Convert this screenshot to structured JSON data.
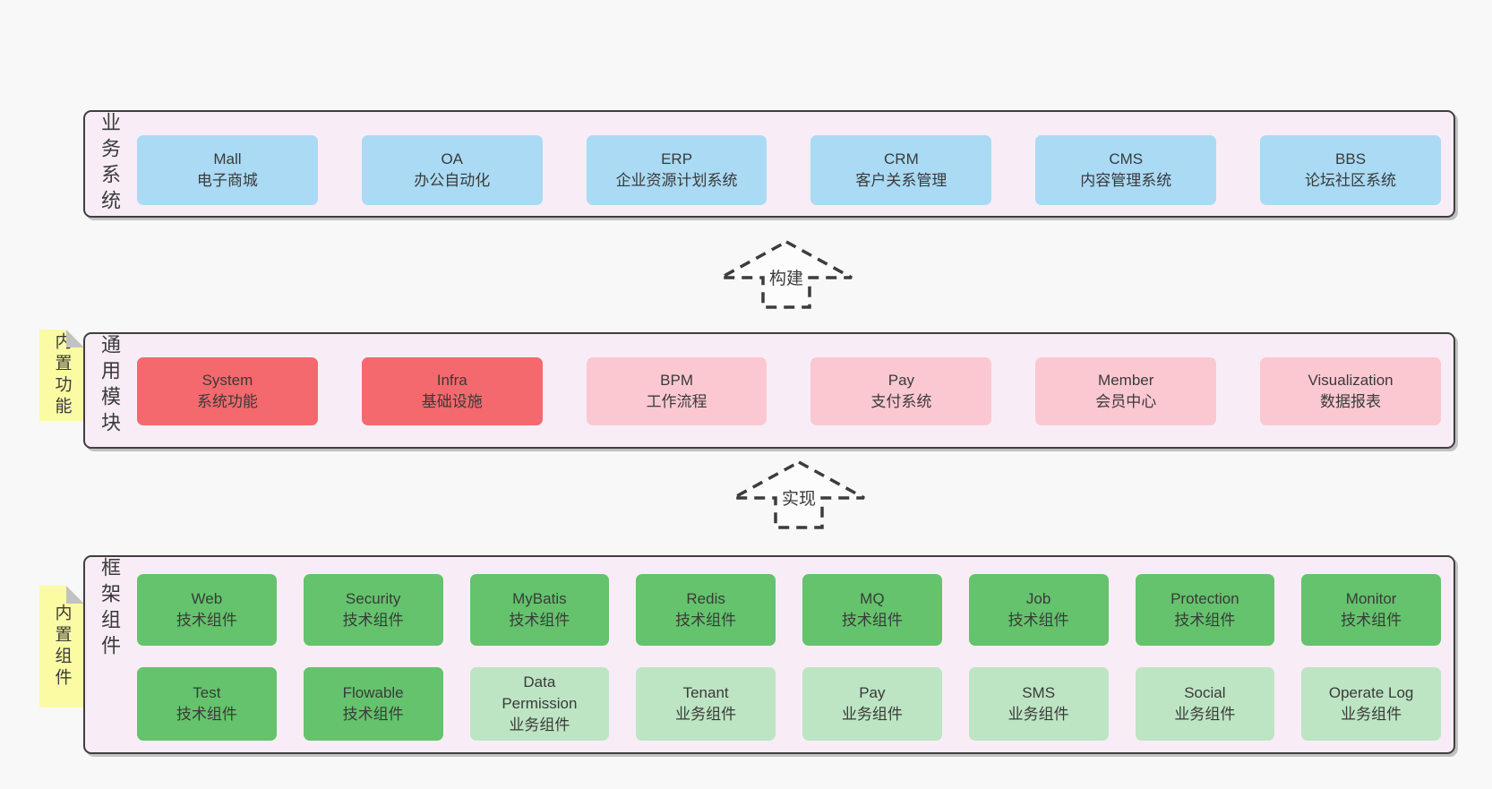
{
  "colors": {
    "page_bg": "#f8f8f8",
    "panel_bg": "#f8edf6",
    "panel_border": "#3f3f3f",
    "blue_box": "#aadaf4",
    "red_box": "#f4696d",
    "pink_box": "#fbc8d2",
    "green_box": "#64c36c",
    "light_green_box": "#bde5c3",
    "sticky_bg": "#fbfba3",
    "sticky_fold": "#c2c2c2",
    "text": "#3a3a3a"
  },
  "sections": {
    "business": {
      "label": "业务系统",
      "boxes": [
        {
          "name": "Mall",
          "desc": "电子商城"
        },
        {
          "name": "OA",
          "desc": "办公自动化"
        },
        {
          "name": "ERP",
          "desc": "企业资源计划系统"
        },
        {
          "name": "CRM",
          "desc": "客户关系管理"
        },
        {
          "name": "CMS",
          "desc": "内容管理系统"
        },
        {
          "name": "BBS",
          "desc": "论坛社区系统"
        }
      ]
    },
    "modules": {
      "label": "通用模块",
      "sticky": "内置功能",
      "boxes": [
        {
          "name": "System",
          "desc": "系统功能"
        },
        {
          "name": "Infra",
          "desc": "基础设施"
        },
        {
          "name": "BPM",
          "desc": "工作流程"
        },
        {
          "name": "Pay",
          "desc": "支付系统"
        },
        {
          "name": "Member",
          "desc": "会员中心"
        },
        {
          "name": "Visualization",
          "desc": "数据报表"
        }
      ]
    },
    "framework": {
      "label": "框架组件",
      "sticky": "内置组件",
      "row1": [
        {
          "name": "Web",
          "desc": "技术组件"
        },
        {
          "name": "Security",
          "desc": "技术组件"
        },
        {
          "name": "MyBatis",
          "desc": "技术组件"
        },
        {
          "name": "Redis",
          "desc": "技术组件"
        },
        {
          "name": "MQ",
          "desc": "技术组件"
        },
        {
          "name": "Job",
          "desc": "技术组件"
        },
        {
          "name": "Protection",
          "desc": "技术组件"
        },
        {
          "name": "Monitor",
          "desc": "技术组件"
        }
      ],
      "row2": [
        {
          "name": "Test",
          "desc": "技术组件"
        },
        {
          "name": "Flowable",
          "desc": "技术组件"
        },
        {
          "name": "Data Permission",
          "desc": "业务组件"
        },
        {
          "name": "Tenant",
          "desc": "业务组件"
        },
        {
          "name": "Pay",
          "desc": "业务组件"
        },
        {
          "name": "SMS",
          "desc": "业务组件"
        },
        {
          "name": "Social",
          "desc": "业务组件"
        },
        {
          "name": "Operate Log",
          "desc": "业务组件"
        }
      ]
    }
  },
  "arrows": {
    "build": "构建",
    "implement": "实现"
  }
}
